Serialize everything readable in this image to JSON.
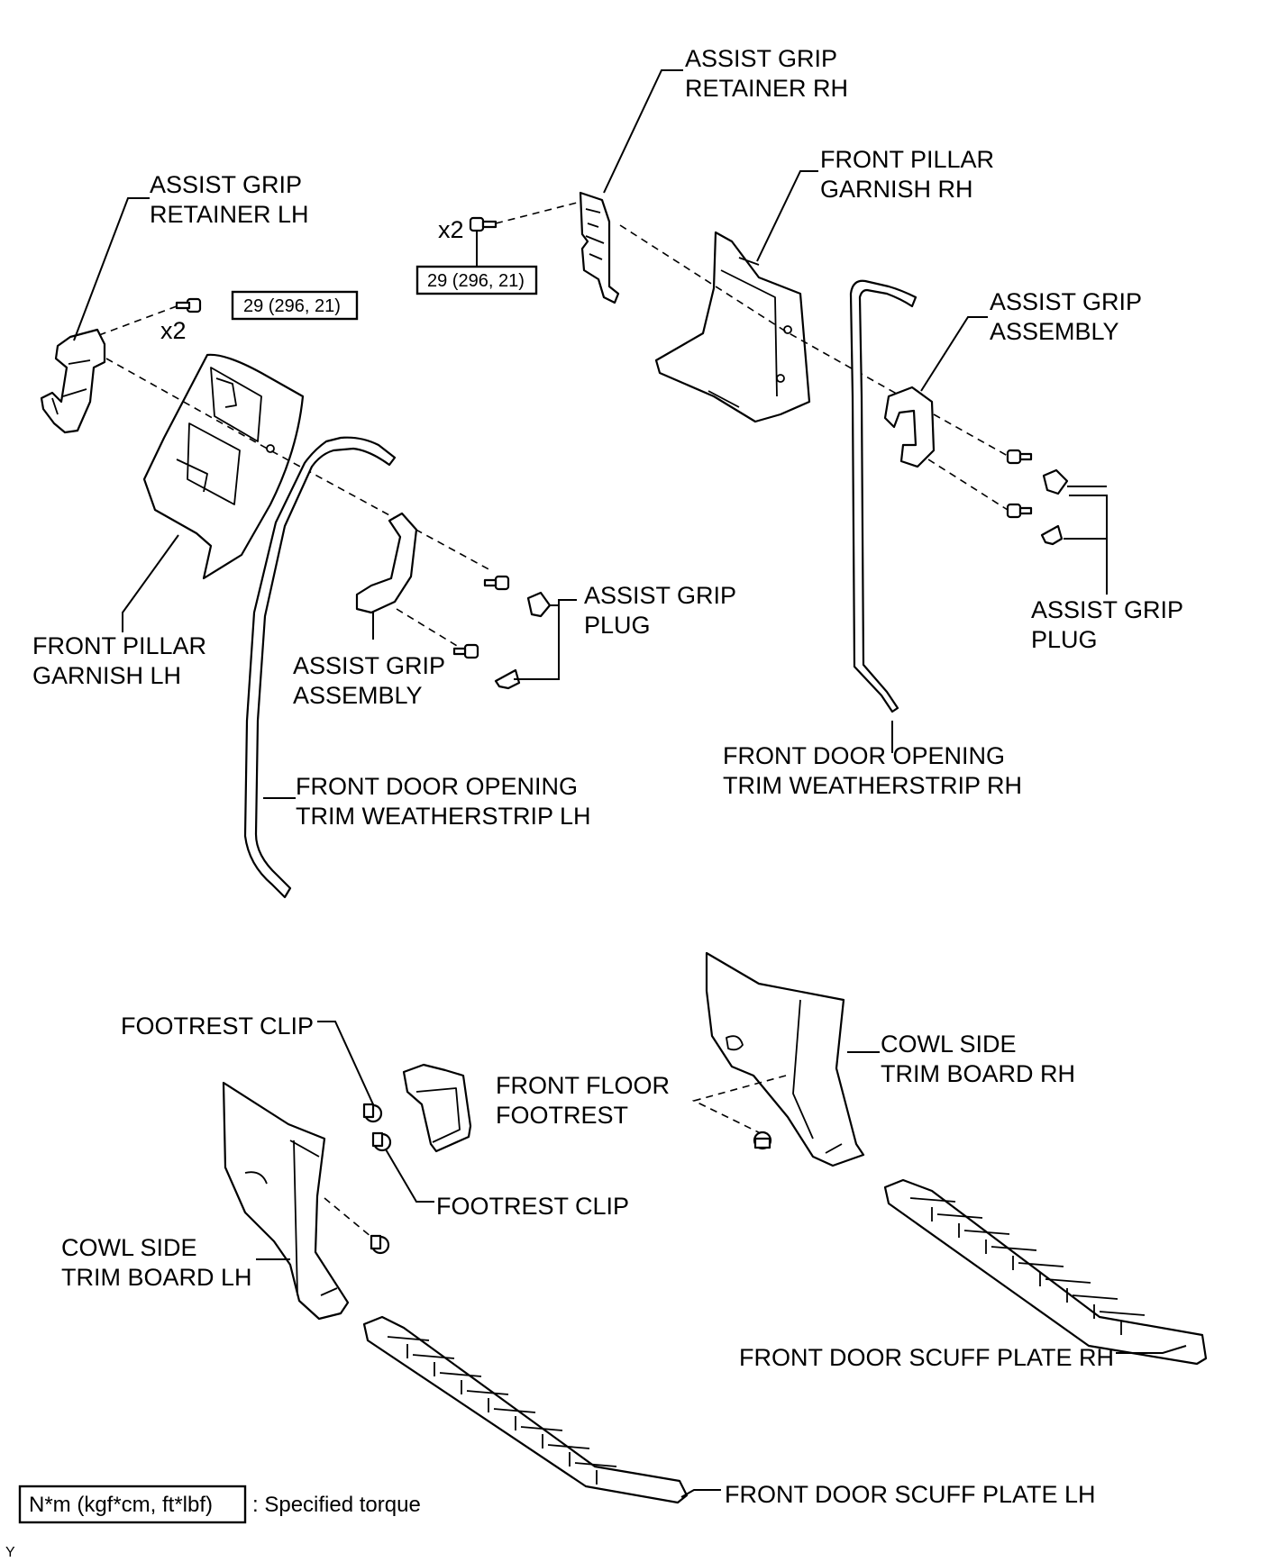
{
  "labels": {
    "assist_grip_retainer_rh": [
      "ASSIST GRIP",
      "RETAINER RH"
    ],
    "front_pillar_garnish_rh": [
      "FRONT PILLAR",
      "GARNISH RH"
    ],
    "assist_grip_retainer_lh": [
      "ASSIST GRIP",
      "RETAINER LH"
    ],
    "assist_grip_assembly_rh": [
      "ASSIST GRIP",
      "ASSEMBLY"
    ],
    "assist_grip_plug_rh": [
      "ASSIST GRIP",
      "PLUG"
    ],
    "assist_grip_plug_lh": [
      "ASSIST GRIP",
      "PLUG"
    ],
    "front_pillar_garnish_lh": [
      "FRONT PILLAR",
      "GARNISH LH"
    ],
    "assist_grip_assembly_lh": [
      "ASSIST GRIP",
      "ASSEMBLY"
    ],
    "weatherstrip_rh": [
      "FRONT DOOR OPENING",
      "TRIM WEATHERSTRIP RH"
    ],
    "weatherstrip_lh": [
      "FRONT DOOR OPENING",
      "TRIM WEATHERSTRIP LH"
    ],
    "footrest_clip_top": "FOOTREST CLIP",
    "footrest_clip_bottom": "FOOTREST CLIP",
    "front_floor_footrest": [
      "FRONT FLOOR",
      "FOOTREST"
    ],
    "cowl_side_trim_board_rh": [
      "COWL SIDE",
      "TRIM BOARD RH"
    ],
    "cowl_side_trim_board_lh": [
      "COWL SIDE",
      "TRIM BOARD LH"
    ],
    "scuff_plate_rh": "FRONT DOOR SCUFF PLATE RH",
    "scuff_plate_lh": "FRONT DOOR SCUFF PLATE LH"
  },
  "torque": {
    "rh": "29 (296, 21)",
    "lh": "29 (296, 21)"
  },
  "quantity": {
    "rh": "x2",
    "lh": "x2"
  },
  "legend": {
    "box_text": "N*m (kgf*cm, ft*lbf)",
    "description": ": Specified torque"
  },
  "figure_code": "Y"
}
